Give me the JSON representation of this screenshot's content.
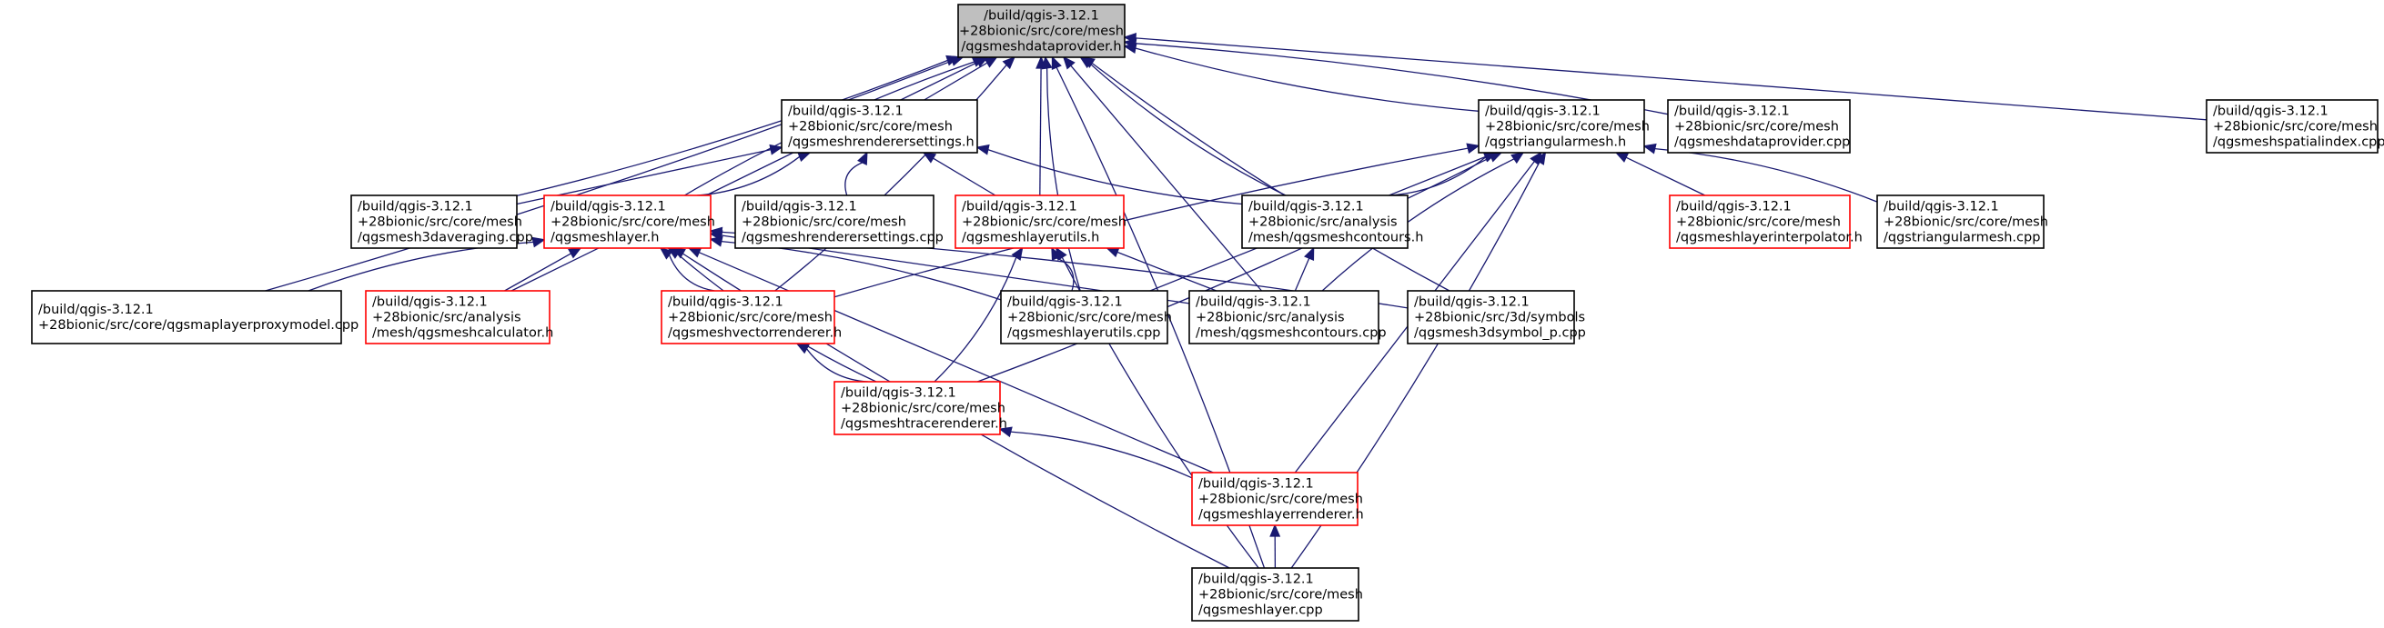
{
  "graph": {
    "colors": {
      "edge": "#191970",
      "highlight_border": "#ff0000",
      "root_fill": "#bfbfbf"
    },
    "nodes": [
      {
        "id": "root",
        "style": "root",
        "lines": [
          "/build/qgis-3.12.1",
          "+28bionic/src/core/mesh",
          "/qgsmeshdataprovider.h"
        ]
      },
      {
        "id": "renderersettings_h",
        "style": "normal",
        "lines": [
          "/build/qgis-3.12.1",
          "+28bionic/src/core/mesh",
          "/qgsmeshrenderersettings.h"
        ]
      },
      {
        "id": "triangularmesh_h",
        "style": "normal",
        "lines": [
          "/build/qgis-3.12.1",
          "+28bionic/src/core/mesh",
          "/qgstriangularmesh.h"
        ]
      },
      {
        "id": "dataprovider_cpp",
        "style": "normal",
        "lines": [
          "/build/qgis-3.12.1",
          "+28bionic/src/core/mesh",
          "/qgsmeshdataprovider.cpp"
        ]
      },
      {
        "id": "spatialindex_cpp",
        "style": "normal",
        "lines": [
          "/build/qgis-3.12.1",
          "+28bionic/src/core/mesh",
          "/qgsmeshspatialindex.cpp"
        ]
      },
      {
        "id": "mesh3daveraging_cpp",
        "style": "normal",
        "lines": [
          "/build/qgis-3.12.1",
          "+28bionic/src/core/mesh",
          "/qgsmesh3daveraging.cpp"
        ]
      },
      {
        "id": "meshlayer_h",
        "style": "red",
        "lines": [
          "/build/qgis-3.12.1",
          "+28bionic/src/core/mesh",
          "/qgsmeshlayer.h"
        ]
      },
      {
        "id": "renderersettings_cpp",
        "style": "normal",
        "lines": [
          "/build/qgis-3.12.1",
          "+28bionic/src/core/mesh",
          "/qgsmeshrenderersettings.cpp"
        ]
      },
      {
        "id": "layerutils_h",
        "style": "red",
        "lines": [
          "/build/qgis-3.12.1",
          "+28bionic/src/core/mesh",
          "/qgsmeshlayerutils.h"
        ]
      },
      {
        "id": "analysis_contours_h",
        "style": "normal",
        "lines": [
          "/build/qgis-3.12.1",
          "+28bionic/src/analysis",
          "/mesh/qgsmeshcontours.h"
        ]
      },
      {
        "id": "layerinterpolator_h",
        "style": "red",
        "lines": [
          "/build/qgis-3.12.1",
          "+28bionic/src/core/mesh",
          "/qgsmeshlayerinterpolator.h"
        ]
      },
      {
        "id": "triangularmesh_cpp",
        "style": "normal",
        "lines": [
          "/build/qgis-3.12.1",
          "+28bionic/src/core/mesh",
          "/qgstriangularmesh.cpp"
        ]
      },
      {
        "id": "proxymodel_cpp",
        "style": "normal",
        "lines": [
          "/build/qgis-3.12.1",
          "+28bionic/src/core/qgsmaplayerproxymodel.cpp"
        ]
      },
      {
        "id": "calculator_h",
        "style": "red",
        "lines": [
          "/build/qgis-3.12.1",
          "+28bionic/src/analysis",
          "/mesh/qgsmeshcalculator.h"
        ]
      },
      {
        "id": "vectorrenderer_h",
        "style": "red",
        "lines": [
          "/build/qgis-3.12.1",
          "+28bionic/src/core/mesh",
          "/qgsmeshvectorrenderer.h"
        ]
      },
      {
        "id": "layerutils_cpp",
        "style": "normal",
        "lines": [
          "/build/qgis-3.12.1",
          "+28bionic/src/core/mesh",
          "/qgsmeshlayerutils.cpp"
        ]
      },
      {
        "id": "analysis_contours_cpp",
        "style": "normal",
        "lines": [
          "/build/qgis-3.12.1",
          "+28bionic/src/analysis",
          "/mesh/qgsmeshcontours.cpp"
        ]
      },
      {
        "id": "mesh3dsymbol_cpp",
        "style": "normal",
        "lines": [
          "/build/qgis-3.12.1",
          "+28bionic/src/3d/symbols",
          "/qgsmesh3dsymbol_p.cpp"
        ]
      },
      {
        "id": "tracerenderer_h",
        "style": "red",
        "lines": [
          "/build/qgis-3.12.1",
          "+28bionic/src/core/mesh",
          "/qgsmeshtracerenderer.h"
        ]
      },
      {
        "id": "layerrenderer_h",
        "style": "red",
        "lines": [
          "/build/qgis-3.12.1",
          "+28bionic/src/core/mesh",
          "/qgsmeshlayerrenderer.h"
        ]
      },
      {
        "id": "meshlayer_cpp",
        "style": "normal",
        "lines": [
          "/build/qgis-3.12.1",
          "+28bionic/src/core/mesh",
          "/qgsmeshlayer.cpp"
        ]
      }
    ],
    "edges": [
      [
        "root",
        "renderersettings_h"
      ],
      [
        "root",
        "triangularmesh_h"
      ],
      [
        "root",
        "dataprovider_cpp"
      ],
      [
        "root",
        "spatialindex_cpp"
      ],
      [
        "root",
        "mesh3daveraging_cpp"
      ],
      [
        "root",
        "meshlayer_h"
      ],
      [
        "root",
        "layerutils_h"
      ],
      [
        "root",
        "analysis_contours_h"
      ],
      [
        "root",
        "proxymodel_cpp"
      ],
      [
        "root",
        "calculator_h"
      ],
      [
        "root",
        "vectorrenderer_h"
      ],
      [
        "root",
        "layerutils_cpp"
      ],
      [
        "root",
        "analysis_contours_cpp"
      ],
      [
        "root",
        "mesh3dsymbol_cpp"
      ],
      [
        "root",
        "meshlayer_cpp"
      ],
      [
        "renderersettings_h",
        "mesh3daveraging_cpp"
      ],
      [
        "renderersettings_h",
        "meshlayer_h"
      ],
      [
        "renderersettings_h",
        "renderersettings_cpp"
      ],
      [
        "renderersettings_h",
        "layerutils_h"
      ],
      [
        "renderersettings_h",
        "analysis_contours_h"
      ],
      [
        "triangularmesh_h",
        "analysis_contours_h"
      ],
      [
        "triangularmesh_h",
        "layerinterpolator_h"
      ],
      [
        "triangularmesh_h",
        "triangularmesh_cpp"
      ],
      [
        "triangularmesh_h",
        "vectorrenderer_h"
      ],
      [
        "triangularmesh_h",
        "layerutils_cpp"
      ],
      [
        "triangularmesh_h",
        "analysis_contours_cpp"
      ],
      [
        "triangularmesh_h",
        "tracerenderer_h"
      ],
      [
        "triangularmesh_h",
        "layerrenderer_h"
      ],
      [
        "triangularmesh_h",
        "meshlayer_cpp"
      ],
      [
        "meshlayer_h",
        "proxymodel_cpp"
      ],
      [
        "meshlayer_h",
        "calculator_h"
      ],
      [
        "meshlayer_h",
        "vectorrenderer_h"
      ],
      [
        "meshlayer_h",
        "layerutils_cpp"
      ],
      [
        "meshlayer_h",
        "analysis_contours_cpp"
      ],
      [
        "meshlayer_h",
        "mesh3dsymbol_cpp"
      ],
      [
        "meshlayer_h",
        "tracerenderer_h"
      ],
      [
        "meshlayer_h",
        "layerrenderer_h"
      ],
      [
        "meshlayer_h",
        "meshlayer_cpp"
      ],
      [
        "layerutils_h",
        "layerutils_cpp"
      ],
      [
        "layerutils_h",
        "analysis_contours_cpp"
      ],
      [
        "layerutils_h",
        "tracerenderer_h"
      ],
      [
        "layerutils_h",
        "meshlayer_cpp"
      ],
      [
        "analysis_contours_h",
        "analysis_contours_cpp"
      ],
      [
        "vectorrenderer_h",
        "tracerenderer_h"
      ],
      [
        "tracerenderer_h",
        "layerrenderer_h"
      ],
      [
        "layerrenderer_h",
        "meshlayer_cpp"
      ]
    ]
  }
}
